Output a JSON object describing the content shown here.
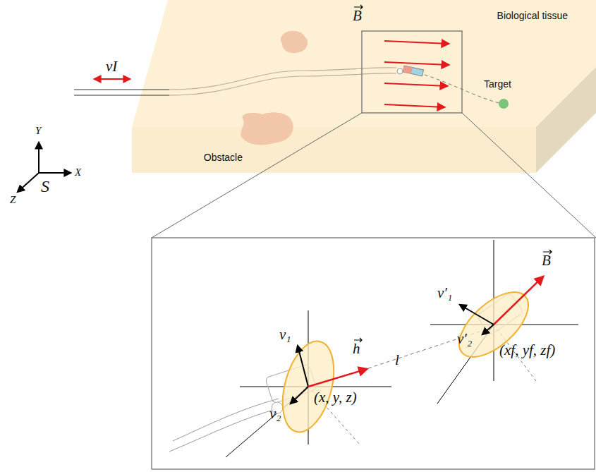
{
  "diagram": {
    "nodes": [
      {
        "text": [
          "Biological tissue"
        ]
      },
      {
        "text": [
          "Obstacle"
        ],
        "in": 0
      }
    ],
    "labels": [
      "vI",
      "B",
      "Target",
      "Y",
      "X",
      "Z",
      "S",
      "v₁",
      "v₂",
      "h",
      "l",
      "(x, y, z)",
      "v′₁",
      "v′₂",
      "B",
      "(xf, yf, zf)"
    ]
  }
}
